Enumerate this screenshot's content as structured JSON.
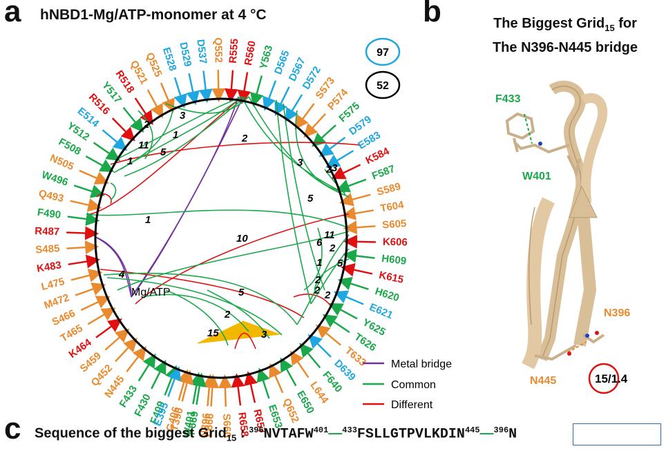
{
  "panel_a": {
    "letter": "a",
    "title": "hNBD1-Mg/ATP-monomer at 4 °C",
    "count_blue": "97",
    "count_black": "52",
    "center_label": "Mg/ATP",
    "legend": [
      {
        "label": "Metal bridge",
        "color": "#7030a0"
      },
      {
        "label": "Common",
        "color": "#1aa84a"
      },
      {
        "label": "Different",
        "color": "#e01010"
      }
    ],
    "residues": [
      {
        "t": "N396",
        "c": "#e98a2e"
      },
      {
        "t": "W401",
        "c": "#1aa84a"
      },
      {
        "t": "G406",
        "c": "#e98a2e"
      },
      {
        "t": "F409",
        "c": "#1aa84a"
      },
      {
        "t": "F430",
        "c": "#1aa84a"
      },
      {
        "t": "F433",
        "c": "#1aa84a"
      },
      {
        "t": "N445",
        "c": "#e98a2e"
      },
      {
        "t": "Q452",
        "c": "#e98a2e"
      },
      {
        "t": "S459",
        "c": "#e98a2e"
      },
      {
        "t": "K464",
        "c": "#e01010"
      },
      {
        "t": "T465",
        "c": "#e98a2e"
      },
      {
        "t": "S466",
        "c": "#e98a2e"
      },
      {
        "t": "M472",
        "c": "#e98a2e"
      },
      {
        "t": "L475",
        "c": "#e98a2e"
      },
      {
        "t": "K483",
        "c": "#e01010"
      },
      {
        "t": "S485",
        "c": "#e98a2e"
      },
      {
        "t": "R487",
        "c": "#e01010"
      },
      {
        "t": "F490",
        "c": "#1aa84a"
      },
      {
        "t": "Q493",
        "c": "#e98a2e"
      },
      {
        "t": "W496",
        "c": "#1aa84a"
      },
      {
        "t": "N505",
        "c": "#e98a2e"
      },
      {
        "t": "F508",
        "c": "#1aa84a"
      },
      {
        "t": "Y512",
        "c": "#1aa84a"
      },
      {
        "t": "E514",
        "c": "#1ea7e1"
      },
      {
        "t": "R516",
        "c": "#e01010"
      },
      {
        "t": "Y517",
        "c": "#1aa84a"
      },
      {
        "t": "R518",
        "c": "#e01010"
      },
      {
        "t": "Q521",
        "c": "#e98a2e"
      },
      {
        "t": "Q525",
        "c": "#e98a2e"
      },
      {
        "t": "E528",
        "c": "#1ea7e1"
      },
      {
        "t": "D529",
        "c": "#1ea7e1"
      },
      {
        "t": "D537",
        "c": "#1ea7e1"
      },
      {
        "t": "Q552",
        "c": "#e98a2e"
      },
      {
        "t": "R555",
        "c": "#e01010"
      },
      {
        "t": "R560",
        "c": "#e01010"
      },
      {
        "t": "Y563",
        "c": "#1aa84a"
      },
      {
        "t": "D565",
        "c": "#1ea7e1"
      },
      {
        "t": "D567",
        "c": "#1ea7e1"
      },
      {
        "t": "D572",
        "c": "#1ea7e1"
      },
      {
        "t": "S573",
        "c": "#e98a2e"
      },
      {
        "t": "P574",
        "c": "#e98a2e"
      },
      {
        "t": "F575",
        "c": "#1aa84a"
      },
      {
        "t": "D579",
        "c": "#1ea7e1"
      },
      {
        "t": "E583",
        "c": "#1ea7e1"
      },
      {
        "t": "K584",
        "c": "#e01010"
      },
      {
        "t": "F587",
        "c": "#1aa84a"
      },
      {
        "t": "S589",
        "c": "#e98a2e"
      },
      {
        "t": "T604",
        "c": "#e98a2e"
      },
      {
        "t": "S605",
        "c": "#e98a2e"
      },
      {
        "t": "K606",
        "c": "#e01010"
      },
      {
        "t": "H609",
        "c": "#1aa84a"
      },
      {
        "t": "K615",
        "c": "#e01010"
      },
      {
        "t": "H620",
        "c": "#1aa84a"
      },
      {
        "t": "E621",
        "c": "#1ea7e1"
      },
      {
        "t": "Y625",
        "c": "#1aa84a"
      },
      {
        "t": "T626",
        "c": "#1aa84a"
      },
      {
        "t": "T633",
        "c": "#e98a2e"
      },
      {
        "t": "D639",
        "c": "#1ea7e1"
      },
      {
        "t": "F640",
        "c": "#1aa84a"
      },
      {
        "t": "L644",
        "c": "#e98a2e"
      },
      {
        "t": "E650",
        "c": "#1aa84a"
      },
      {
        "t": "Q652",
        "c": "#e98a2e"
      },
      {
        "t": "E653",
        "c": "#1aa84a"
      },
      {
        "t": "R657",
        "c": "#e01010"
      },
      {
        "t": "R658",
        "c": "#e01010"
      },
      {
        "t": "S660",
        "c": "#e98a2e"
      },
      {
        "t": "L666",
        "c": "#e98a2e"
      },
      {
        "t": "F669",
        "c": "#1aa84a"
      },
      {
        "t": "T390",
        "c": "#e98a2e"
      },
      {
        "t": "E395",
        "c": "#1ea7e1"
      }
    ],
    "loop_labels": [
      "15",
      "3",
      "2",
      "5",
      "10",
      "1",
      "4",
      "1",
      "5",
      "11",
      "2",
      "3",
      "1",
      "2",
      "2",
      "3",
      "5",
      "11",
      "2",
      "1",
      "5",
      "2",
      "6",
      "2",
      "2",
      "3"
    ]
  },
  "panel_b": {
    "letter": "b",
    "title_line1": "The Biggest Grid",
    "title_sub": "15",
    "title_suffix": " for",
    "title_line2": "The N396-N445 bridge",
    "labels": [
      {
        "t": "F433",
        "c": "#1aa84a"
      },
      {
        "t": "W401",
        "c": "#1aa84a"
      },
      {
        "t": "N396",
        "c": "#e98a2e"
      },
      {
        "t": "N445",
        "c": "#e98a2e"
      }
    ],
    "circle_label": "15/1.4"
  },
  "panel_c": {
    "letter": "c",
    "prefix": "Sequence of the biggest Grid",
    "prefix_sub": "15",
    "colon": " : ",
    "s1_sup": "396",
    "s1": "NVTAFW",
    "s1_end_sup": "401",
    "s2_sup": "433",
    "s2": "FSLLGTPVLKDIN",
    "s2_end_sup": "445",
    "s3_sup": "396",
    "s3": "N"
  }
}
